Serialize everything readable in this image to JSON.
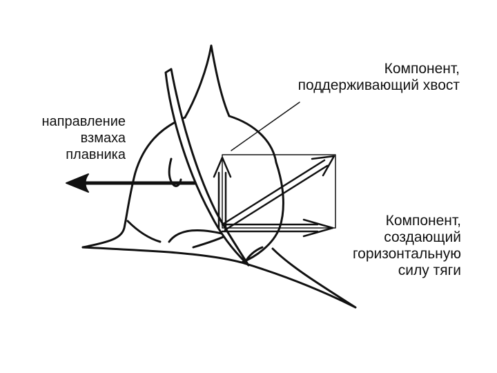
{
  "labels": {
    "tail_component": [
      "Компонент,",
      "поддерживающий хвост"
    ],
    "fin_direction": [
      "направление",
      "взмаха",
      "плавника"
    ],
    "thrust_component": [
      "Компонент,",
      "создающий",
      "горизонтальную",
      "силу тяги"
    ]
  },
  "colors": {
    "stroke": "#111111",
    "background": "#ffffff",
    "text": "#111111"
  }
}
